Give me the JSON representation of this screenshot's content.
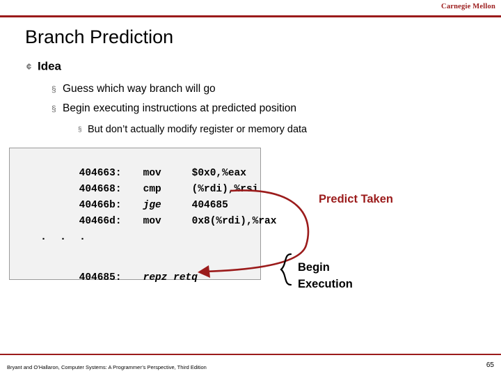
{
  "header": {
    "brand": "Carnegie Mellon",
    "rule_color": "#9b1b1b"
  },
  "title": "Branch Prediction",
  "bullets": {
    "level1": {
      "marker": "¢",
      "text": "Idea"
    },
    "level2": [
      {
        "marker": "§",
        "text": "Guess which way branch will go"
      },
      {
        "marker": "§",
        "text": "Begin executing instructions at predicted position"
      }
    ],
    "level3": [
      {
        "marker": "§",
        "text": "But don’t actually modify register or memory data"
      }
    ]
  },
  "code_block": {
    "lines": [
      {
        "address": "404663:",
        "op": "mov",
        "args": "$0x0,%eax",
        "italic_op": false
      },
      {
        "address": "404668:",
        "op": "cmp",
        "args": "(%rdi),%rsi",
        "italic_op": false
      },
      {
        "address": "40466b:",
        "op": "jge",
        "args": "404685",
        "italic_op": true
      },
      {
        "address": "40466d:",
        "op": "mov",
        "args": "0x8(%rdi),%rax",
        "italic_op": false
      }
    ],
    "ellipsis": ". . .",
    "last_line": {
      "address": "404685:",
      "op": "repz retq",
      "args": "",
      "italic_op": true
    }
  },
  "annotations": {
    "predict_taken": "Predict Taken",
    "predict_taken_color": "#9b1b1b",
    "begin_execution_line1": "Begin",
    "begin_execution_line2": "Execution"
  },
  "footer": {
    "citation": "Bryant and O’Hallaron, Computer Systems: A Programmer’s Perspective, Third Edition",
    "page_number": "65"
  }
}
